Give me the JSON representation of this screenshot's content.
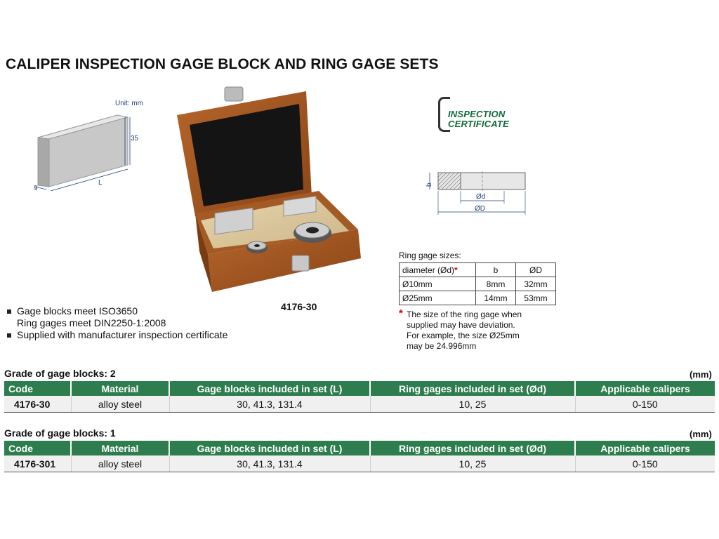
{
  "title": "CALIPER INSPECTION GAGE BLOCK AND RING GAGE SETS",
  "block_drawing": {
    "unit": "Unit: mm",
    "height": "35",
    "thickness": "9",
    "length": "L"
  },
  "model_caption": "4176-30",
  "certificate": {
    "line1": "INSPECTION",
    "line2": "CERTIFICATE"
  },
  "ring_drawing": {
    "b": "b",
    "d": "Ød",
    "D": "ØD"
  },
  "ring_sizes": {
    "title": "Ring gage sizes:",
    "headers": [
      "diameter (Ød)",
      "b",
      "ØD"
    ],
    "rows": [
      [
        "Ø10mm",
        "8mm",
        "32mm"
      ],
      [
        "Ø25mm",
        "14mm",
        "53mm"
      ]
    ],
    "note": [
      "The size of the ring gage when",
      "supplied may have deviation.",
      "For example, the size Ø25mm",
      "may be 24.996mm"
    ]
  },
  "bullets": [
    {
      "line1": "Gage blocks meet ISO3650",
      "line2": "Ring gages meet DIN2250-1:2008"
    },
    {
      "line1": "Supplied with manufacturer inspection certificate"
    }
  ],
  "tables": [
    {
      "grade": "Grade of gage blocks: 2",
      "unit": "(mm)",
      "headers": [
        "Code",
        "Material",
        "Gage blocks included in set (L)",
        "Ring gages included in set (Ød)",
        "Applicable calipers"
      ],
      "row": [
        "4176-30",
        "alloy steel",
        "30, 41.3, 131.4",
        "10, 25",
        "0-150"
      ]
    },
    {
      "grade": "Grade of gage blocks: 1",
      "unit": "(mm)",
      "headers": [
        "Code",
        "Material",
        "Gage blocks included in set (L)",
        "Ring gages included in set (Ød)",
        "Applicable calipers"
      ],
      "row": [
        "4176-301",
        "alloy steel",
        "30, 41.3, 131.4",
        "10, 25",
        "0-150"
      ]
    }
  ],
  "colors": {
    "header_green": "#2e7d4f",
    "cert_green": "#0e6b3a",
    "row_bg": "#f0f0f0"
  }
}
